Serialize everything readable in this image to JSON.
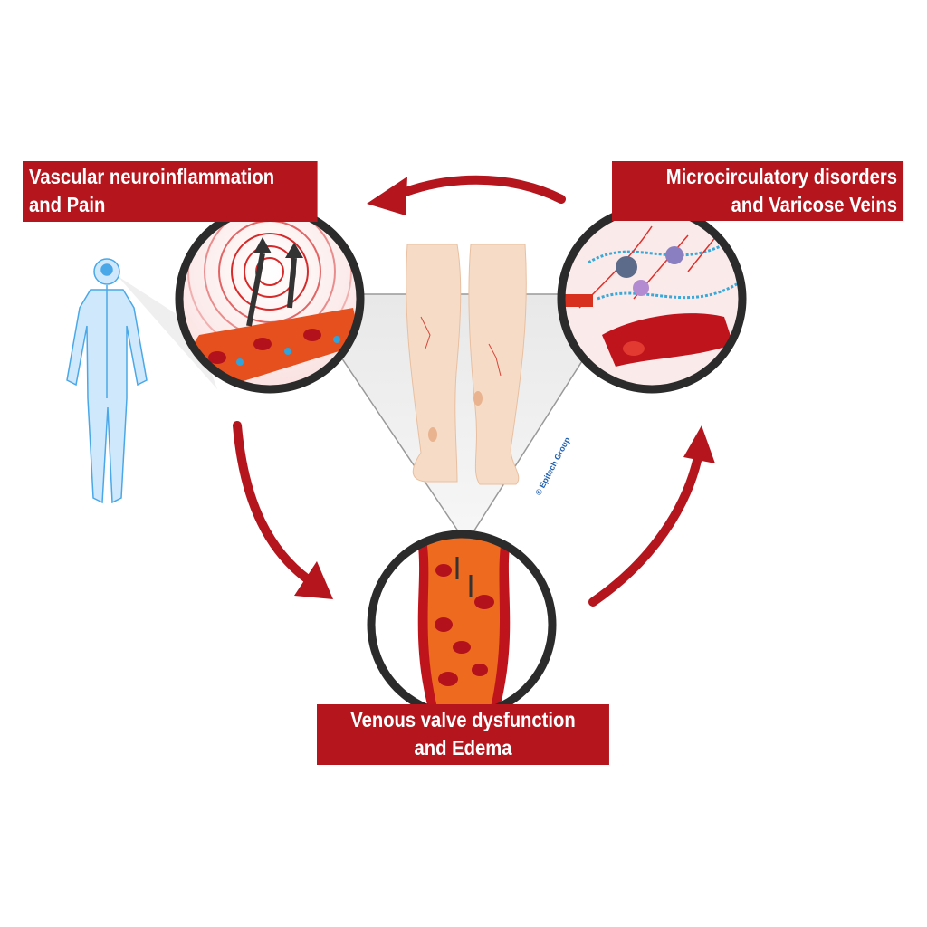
{
  "labels": {
    "left": {
      "line1": "Vascular neuroinflammation",
      "line2": "and Pain"
    },
    "right": {
      "line1": "Microcirculatory disorders",
      "line2": "and Varicose Veins"
    },
    "bottom": {
      "line1": "Venous valve dysfunction",
      "line2": "and Edema"
    }
  },
  "copyright": "© Epitech Group",
  "colors": {
    "accent": "#b5161e",
    "vessel": "#e5501e",
    "blood_cell": "#b3121c",
    "body": "#4aa8e8",
    "credit": "#1f5fae"
  }
}
